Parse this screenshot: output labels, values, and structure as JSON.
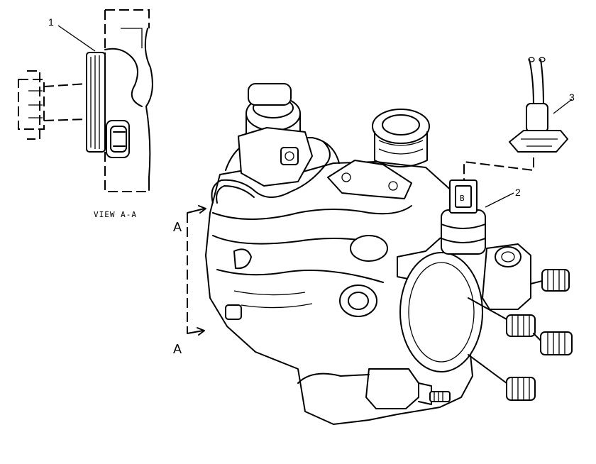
{
  "callouts": [
    "1",
    "2",
    "3"
  ],
  "view_label": "VIEW A-A",
  "section_marks": [
    "A",
    "A"
  ]
}
